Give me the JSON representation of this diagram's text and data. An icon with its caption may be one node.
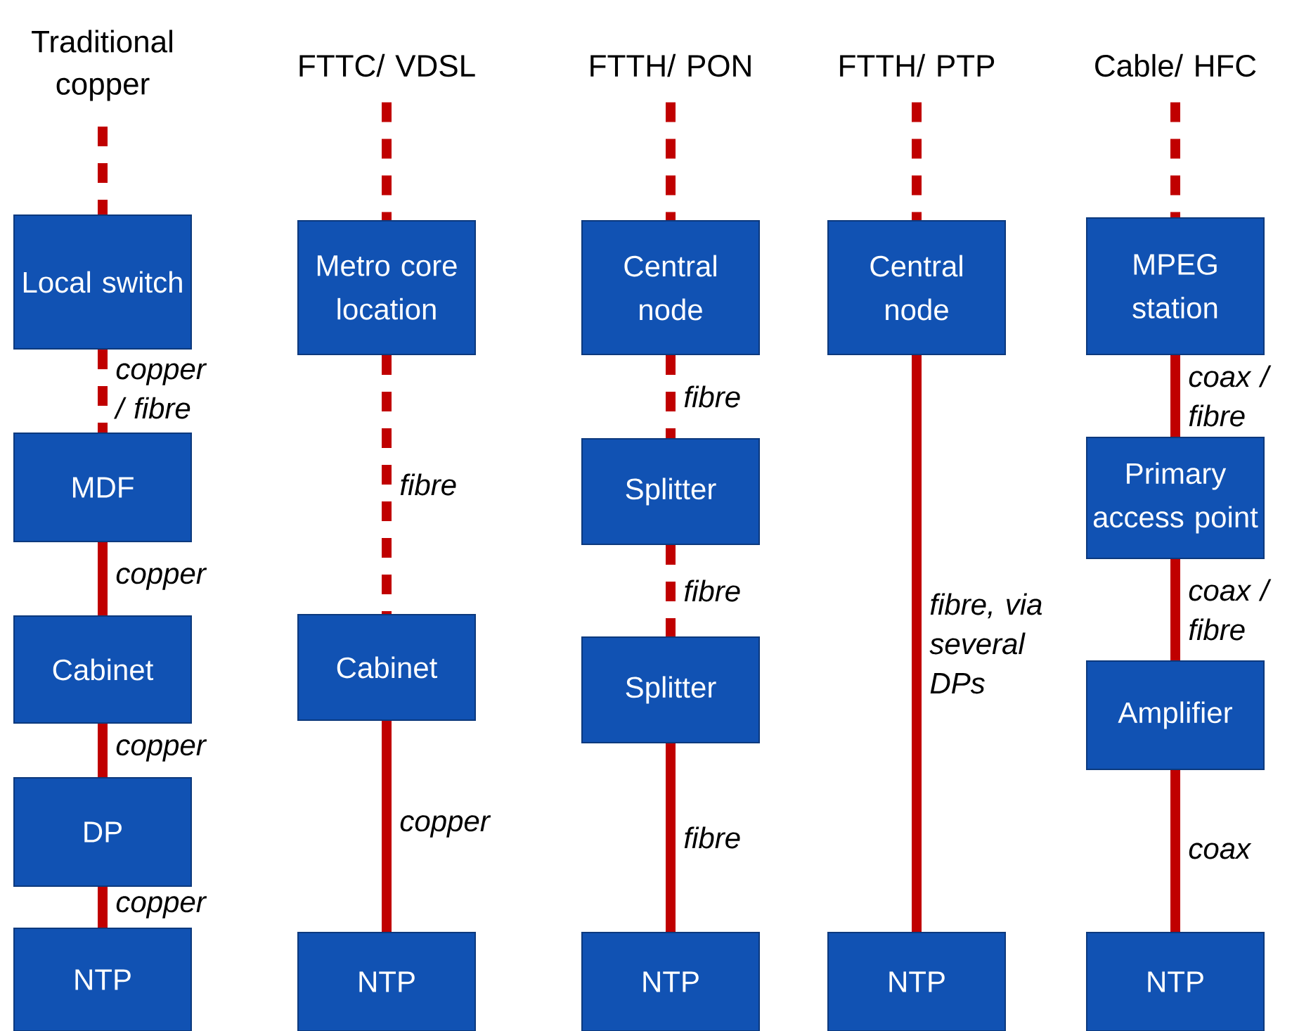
{
  "diagram": {
    "nodes": [
      {
        "text": [
          "Traditional copper"
        ]
      },
      {
        "text": [
          "Local switch"
        ]
      },
      {
        "text": [
          "MDF"
        ]
      },
      {
        "text": [
          "Cabinet"
        ]
      },
      {
        "text": [
          "DP"
        ]
      },
      {
        "text": [
          "NTP"
        ]
      },
      {
        "text": [
          "FTTC/ VDSL"
        ]
      },
      {
        "text": [
          "Metro core location"
        ]
      },
      {
        "text": [
          "Cabinet"
        ]
      },
      {
        "text": [
          "NTP"
        ]
      },
      {
        "text": [
          "FTTH/ PON"
        ]
      },
      {
        "text": [
          "Central node"
        ]
      },
      {
        "text": [
          "Splitter"
        ]
      },
      {
        "text": [
          "Splitter"
        ]
      },
      {
        "text": [
          "NTP"
        ]
      },
      {
        "text": [
          "FTTH/ PTP"
        ]
      },
      {
        "text": [
          "Central node"
        ]
      },
      {
        "text": [
          "NTP"
        ]
      },
      {
        "text": [
          "Cable/ HFC"
        ]
      },
      {
        "text": [
          "MPEG station"
        ]
      },
      {
        "text": [
          "Primary access point"
        ]
      },
      {
        "text": [
          "Amplifier"
        ]
      },
      {
        "text": [
          "NTP"
        ]
      }
    ],
    "edges": [
      {
        "from": 0,
        "to": 1,
        "arrow": "none",
        "style": "dashed"
      },
      {
        "from": 1,
        "to": 2,
        "arrow": "none",
        "style": "dashed",
        "label": "copper / fibre"
      },
      {
        "from": 2,
        "to": 3,
        "arrow": "none",
        "label": "copper"
      },
      {
        "from": 3,
        "to": 4,
        "arrow": "none",
        "label": "copper"
      },
      {
        "from": 4,
        "to": 5,
        "arrow": "none",
        "label": "copper"
      },
      {
        "from": 6,
        "to": 7,
        "arrow": "none",
        "style": "dashed"
      },
      {
        "from": 7,
        "to": 8,
        "arrow": "none",
        "style": "dashed",
        "label": "fibre"
      },
      {
        "from": 8,
        "to": 9,
        "arrow": "none",
        "label": "copper"
      },
      {
        "from": 10,
        "to": 11,
        "arrow": "none",
        "style": "dashed"
      },
      {
        "from": 11,
        "to": 12,
        "arrow": "none",
        "style": "dashed",
        "label": "fibre"
      },
      {
        "from": 12,
        "to": 13,
        "arrow": "none",
        "style": "dashed",
        "label": "fibre"
      },
      {
        "from": 13,
        "to": 14,
        "arrow": "none",
        "label": "fibre"
      },
      {
        "from": 15,
        "to": 16,
        "arrow": "none",
        "style": "dashed"
      },
      {
        "from": 16,
        "to": 17,
        "arrow": "none",
        "label": "fibre, via several DPs"
      },
      {
        "from": 18,
        "to": 19,
        "arrow": "none",
        "style": "dashed"
      },
      {
        "from": 19,
        "to": 20,
        "arrow": "none",
        "label": "coax / fibre"
      },
      {
        "from": 20,
        "to": 21,
        "arrow": "none",
        "label": "coax / fibre"
      },
      {
        "from": 21,
        "to": 22,
        "arrow": "none",
        "label": "coax"
      }
    ]
  }
}
